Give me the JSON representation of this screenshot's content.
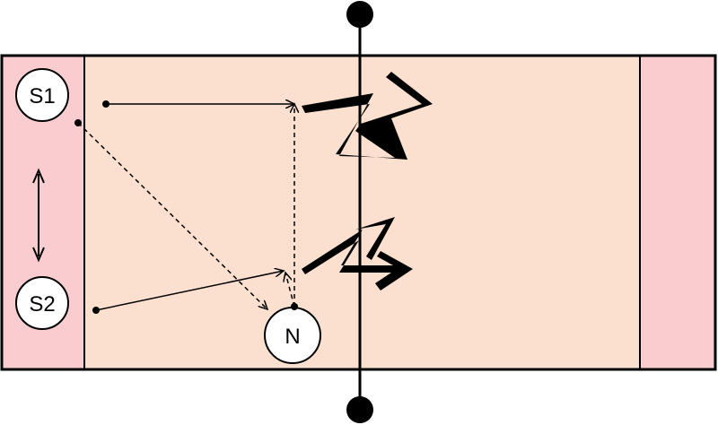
{
  "colors": {
    "court": "#fbe0cf",
    "end_zone": "#f9cdd0",
    "line": "#000000",
    "node_fill": "#ffffff"
  },
  "nodes": [
    {
      "id": "s1",
      "label": "S1"
    },
    {
      "id": "s2",
      "label": "S2"
    },
    {
      "id": "n",
      "label": "N"
    }
  ],
  "icons": [
    "double-headed-arrow-icon",
    "zigzag-arrow-icon",
    "net-post-icon"
  ]
}
